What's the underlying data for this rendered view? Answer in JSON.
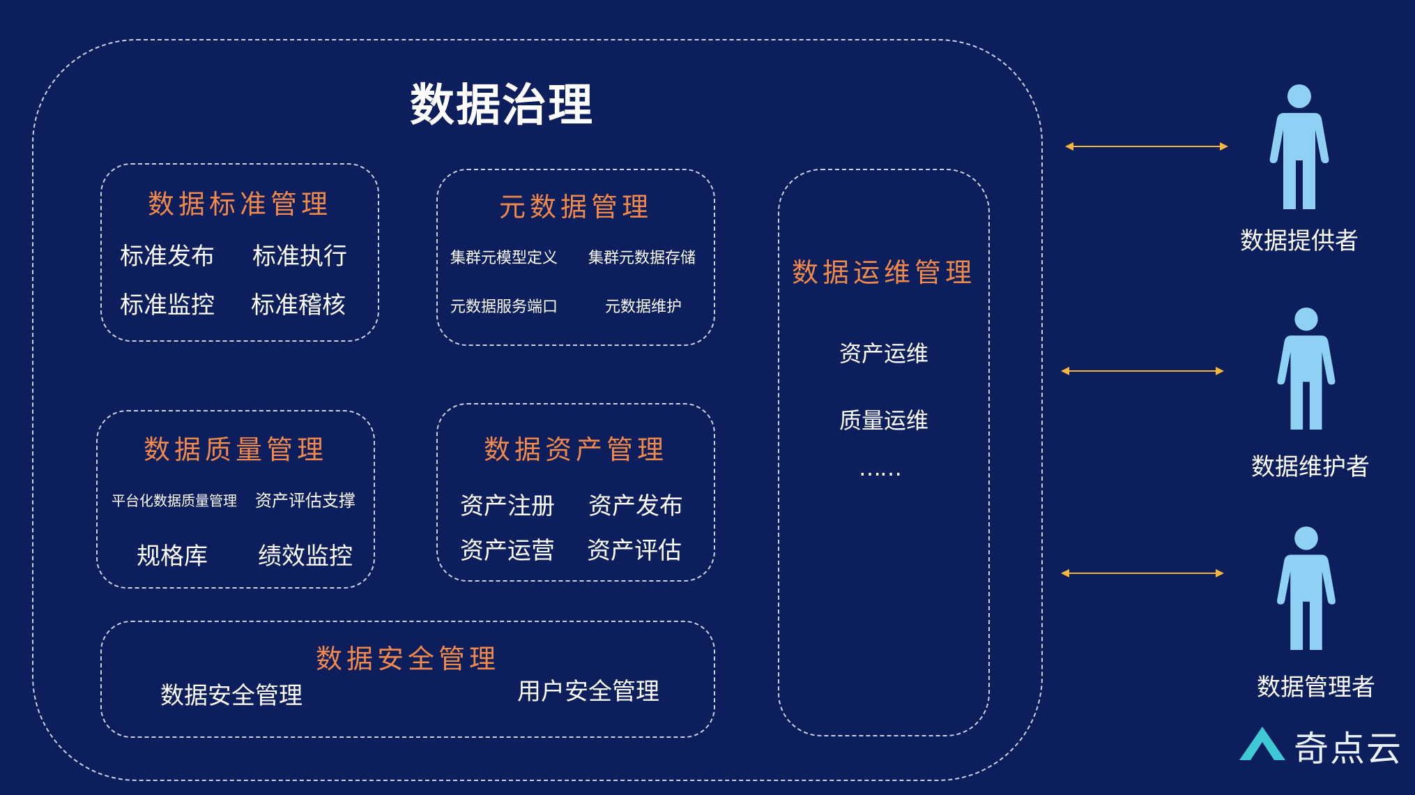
{
  "title": "数据治理",
  "modules": {
    "standard": {
      "title": "数据标准管理",
      "items": [
        "标准发布",
        "标准执行",
        "标准监控",
        "标准稽核"
      ]
    },
    "metadata": {
      "title": "元数据管理",
      "items": [
        "集群元模型定义",
        "集群元数据存储",
        "元数据服务端口",
        "元数据维护"
      ]
    },
    "quality": {
      "title": "数据质量管理",
      "items": [
        "平台化数据质量管理",
        "资产评估支撑",
        "规格库",
        "绩效监控"
      ]
    },
    "asset": {
      "title": "数据资产管理",
      "items": [
        "资产注册",
        "资产发布",
        "资产运营",
        "资产评估"
      ]
    },
    "security": {
      "title": "数据安全管理",
      "items": [
        "数据安全管理",
        "用户安全管理"
      ]
    },
    "ops": {
      "title": "数据运维管理",
      "items": [
        "资产运维",
        "质量运维",
        "……"
      ]
    }
  },
  "roles": [
    "数据提供者",
    "数据维护者",
    "数据管理者"
  ],
  "logo": {
    "text": "奇点云"
  },
  "colors": {
    "background": "#0c1f5c",
    "accent": "#f0894a",
    "person": "#8fd1f5",
    "arrow": "#f2b73c",
    "logo": "#3ec9d6"
  }
}
